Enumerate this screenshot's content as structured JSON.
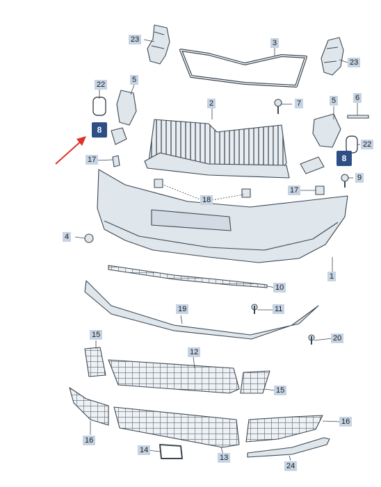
{
  "labels": {
    "p1": "1",
    "p2": "2",
    "p3": "3",
    "p4": "4",
    "p5a": "5",
    "p5b": "5",
    "p6": "6",
    "p7": "7",
    "p8a": "8",
    "p8b": "8",
    "p9": "9",
    "p10": "10",
    "p11": "11",
    "p12": "12",
    "p13": "13",
    "p14": "14",
    "p15a": "15",
    "p15b": "15",
    "p16a": "16",
    "p16b": "16",
    "p17a": "17",
    "p17b": "17",
    "p18": "18",
    "p19": "19",
    "p20": "20",
    "p22a": "22",
    "p22b": "22",
    "p23a": "23",
    "p23b": "23",
    "p24": "24"
  },
  "colors": {
    "part_fill": "#dfe6ec",
    "part_stroke": "#3b4650",
    "label_bg": "#c5d3e3",
    "highlight_bg": "#2d4f86",
    "arrow": "#e03028"
  }
}
